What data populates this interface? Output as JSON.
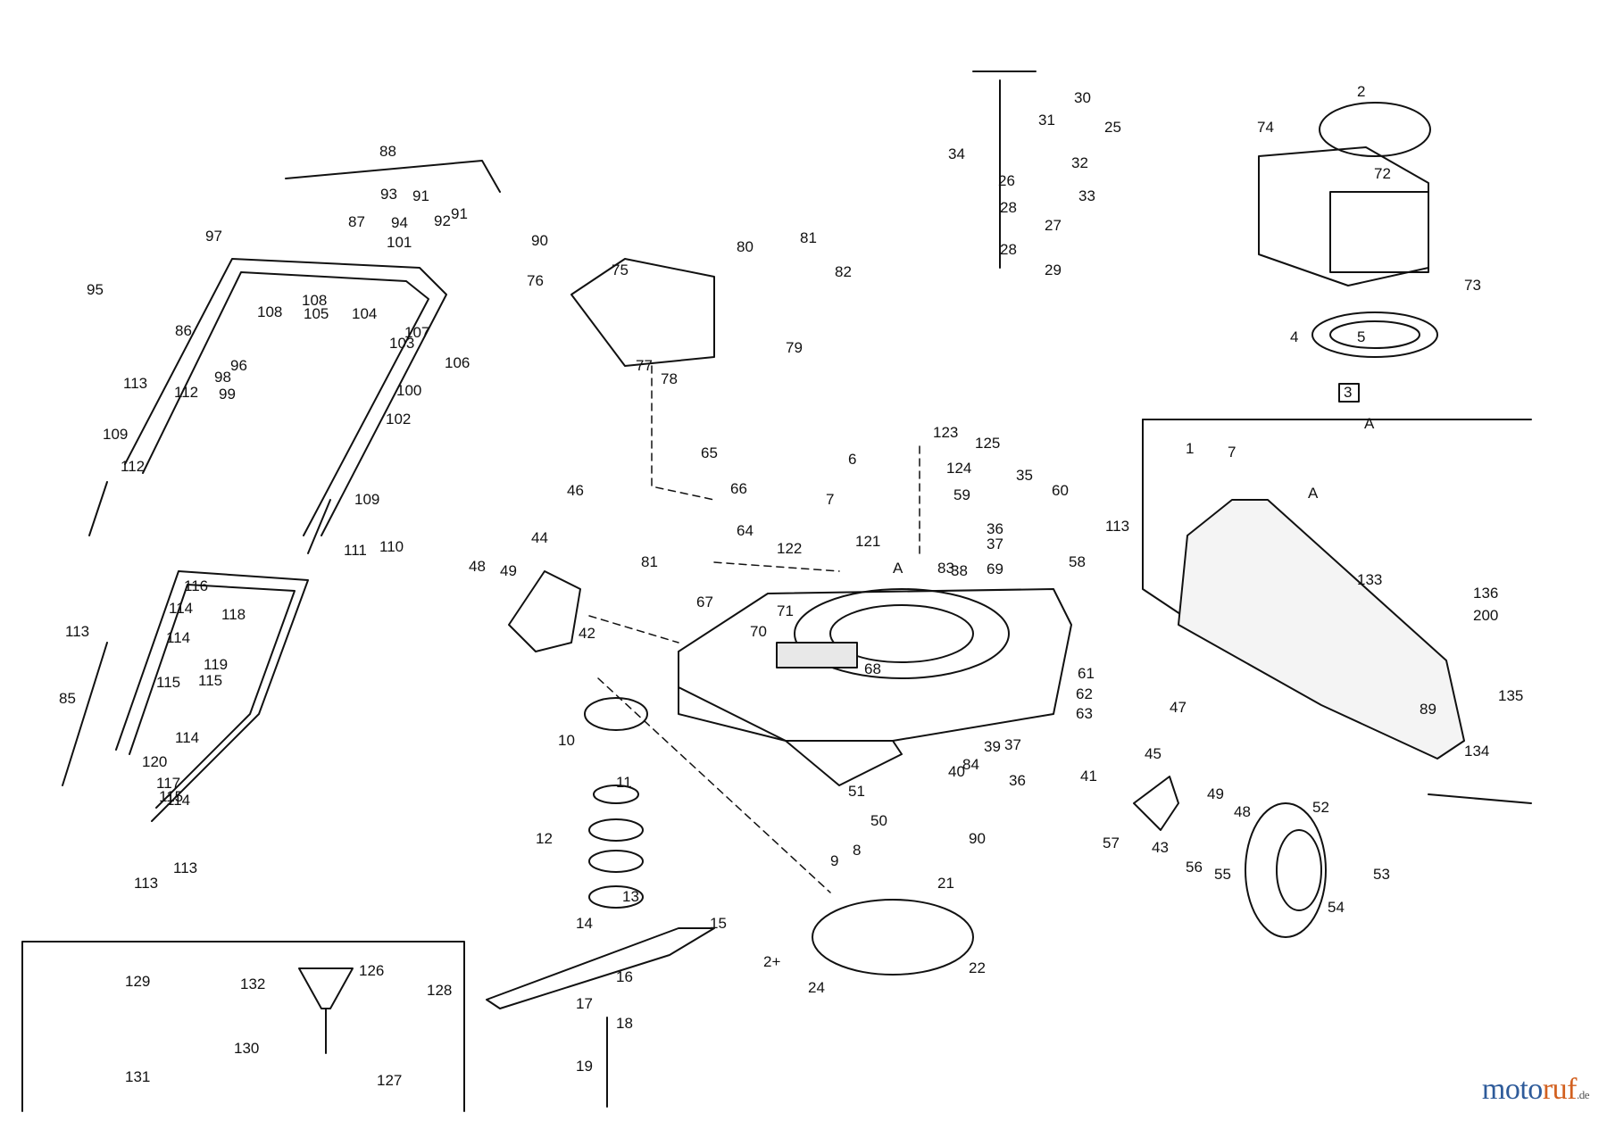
{
  "diagram": {
    "watermark": {
      "part1": "moto",
      "part2": "ruf",
      "tld": ".de"
    },
    "section_marks": [
      "A",
      "A"
    ],
    "labels": [
      "2",
      "3",
      "4",
      "5",
      "6",
      "7",
      "8",
      "9",
      "10",
      "11",
      "12",
      "13",
      "14",
      "15",
      "16",
      "17",
      "18",
      "19",
      "21",
      "22",
      "24",
      "2+",
      "25",
      "26",
      "27",
      "28",
      "28",
      "29",
      "30",
      "31",
      "32",
      "33",
      "34",
      "35",
      "36",
      "36",
      "37",
      "37",
      "38",
      "39",
      "40",
      "41",
      "42",
      "43",
      "44",
      "45",
      "46",
      "47",
      "48",
      "48",
      "49",
      "49",
      "50",
      "51",
      "52",
      "53",
      "54",
      "55",
      "56",
      "57",
      "58",
      "59",
      "60",
      "61",
      "62",
      "63",
      "64",
      "65",
      "66",
      "67",
      "68",
      "69",
      "70",
      "71",
      "72",
      "73",
      "74",
      "75",
      "76",
      "77",
      "78",
      "79",
      "80",
      "81",
      "81",
      "82",
      "83",
      "84",
      "85",
      "86",
      "87",
      "88",
      "89",
      "90",
      "90",
      "91",
      "91",
      "92",
      "93",
      "94",
      "95",
      "96",
      "97",
      "98",
      "99",
      "100",
      "101",
      "102",
      "103",
      "104",
      "105",
      "106",
      "107",
      "108",
      "108",
      "109",
      "109",
      "110",
      "111",
      "112",
      "112",
      "113",
      "113",
      "113",
      "113",
      "113",
      "114",
      "114",
      "114",
      "114",
      "115",
      "115",
      "115",
      "116",
      "117",
      "118",
      "119",
      "120",
      "121",
      "122",
      "123",
      "124",
      "125",
      "126",
      "127",
      "128",
      "129",
      "130",
      "131",
      "132",
      "133",
      "134",
      "135",
      "136",
      "200",
      "1",
      "7",
      "A"
    ]
  }
}
